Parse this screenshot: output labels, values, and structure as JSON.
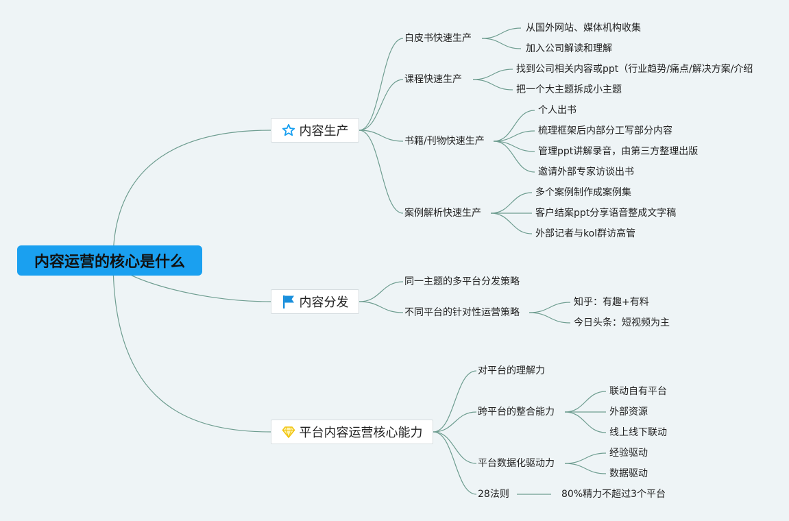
{
  "root": {
    "label": "内容运营的核心是什么"
  },
  "branches": [
    {
      "label": "内容生产",
      "icon": "star-icon",
      "children": [
        {
          "label": "白皮书快速生产",
          "children": [
            "从国外网站、媒体机构收集",
            "加入公司解读和理解"
          ]
        },
        {
          "label": "课程快速生产",
          "children": [
            "找到公司相关内容或ppt（行业趋势/痛点/解决方案/介绍",
            "把一个大主题拆成小主题"
          ]
        },
        {
          "label": "书籍/刊物快速生产",
          "children": [
            "个人出书",
            "梳理框架后内部分工写部分内容",
            "管理ppt讲解录音，由第三方整理出版",
            "邀请外部专家访谈出书"
          ]
        },
        {
          "label": "案例解析快速生产",
          "children": [
            "多个案例制作成案例集",
            "客户结案ppt分享语音整成文字稿",
            "外部记者与kol群访高管"
          ]
        }
      ]
    },
    {
      "label": "内容分发",
      "icon": "flag-icon",
      "children": [
        {
          "label": "同一主题的多平台分发策略",
          "children": []
        },
        {
          "label": "不同平台的针对性运营策略",
          "children": [
            "知乎：有趣+有料",
            "今日头条：短视频为主"
          ]
        }
      ]
    },
    {
      "label": "平台内容运营核心能力",
      "icon": "diamond-icon",
      "children": [
        {
          "label": "对平台的理解力",
          "children": []
        },
        {
          "label": "跨平台的整合能力",
          "children": [
            "联动自有平台",
            "外部资源",
            "线上线下联动"
          ]
        },
        {
          "label": "平台数据化驱动力",
          "children": [
            "经验驱动",
            "数据驱动"
          ]
        },
        {
          "label": "28法则",
          "children": [
            "80%精力不超过3个平台"
          ]
        }
      ]
    }
  ],
  "colors": {
    "root": "#1aa0f0",
    "line": "#6e9d90",
    "background": "#eef4f6",
    "star": "#1aa0f0",
    "flag": "#1a8fdc",
    "diamond": "#f1c40f"
  }
}
